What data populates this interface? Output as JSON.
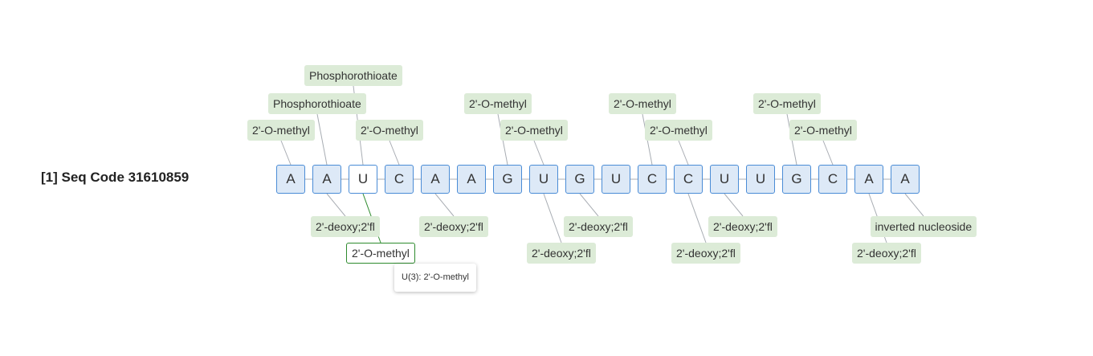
{
  "sequence": {
    "title": "[1] Seq Code 31610859",
    "bases": [
      "A",
      "A",
      "U",
      "C",
      "A",
      "A",
      "G",
      "U",
      "G",
      "U",
      "C",
      "C",
      "U",
      "U",
      "G",
      "C",
      "A",
      "A"
    ],
    "selected_index": 2
  },
  "annotations": [
    {
      "text": "2'-O-methyl",
      "base": 0,
      "side": "above",
      "row": 1
    },
    {
      "text": "Phosphorothioate",
      "base": 1,
      "side": "above",
      "row": 2
    },
    {
      "text": "Phosphorothioate",
      "base": 2,
      "side": "above",
      "row": 3
    },
    {
      "text": "2'-O-methyl",
      "base": 3,
      "side": "above",
      "row": 1
    },
    {
      "text": "2'-O-methyl",
      "base": 6,
      "side": "above",
      "row": 2
    },
    {
      "text": "2'-O-methyl",
      "base": 7,
      "side": "above",
      "row": 1
    },
    {
      "text": "2'-O-methyl",
      "base": 10,
      "side": "above",
      "row": 2
    },
    {
      "text": "2'-O-methyl",
      "base": 11,
      "side": "above",
      "row": 1
    },
    {
      "text": "2'-O-methyl",
      "base": 14,
      "side": "above",
      "row": 2
    },
    {
      "text": "2'-O-methyl",
      "base": 15,
      "side": "above",
      "row": 1
    },
    {
      "text": "2'-deoxy;2'fl",
      "base": 1,
      "side": "below",
      "row": 1
    },
    {
      "text": "2'-O-methyl",
      "base": 2,
      "side": "below",
      "row": 2,
      "selected": true
    },
    {
      "text": "2'-deoxy;2'fl",
      "base": 4,
      "side": "below",
      "row": 1
    },
    {
      "text": "2'-deoxy;2'fl",
      "base": 8,
      "side": "below",
      "row": 1
    },
    {
      "text": "2'-deoxy;2'fl",
      "base": 7,
      "side": "below",
      "row": 2
    },
    {
      "text": "2'-deoxy;2'fl",
      "base": 12,
      "side": "below",
      "row": 1
    },
    {
      "text": "2'-deoxy;2'fl",
      "base": 11,
      "side": "below",
      "row": 2
    },
    {
      "text": "inverted nucleoside",
      "base": 17,
      "side": "below",
      "row": 1
    },
    {
      "text": "2'-deoxy;2'fl",
      "base": 16,
      "side": "below",
      "row": 2
    }
  ],
  "tooltip": {
    "text": "U(3): 2'-O-methyl"
  },
  "colors": {
    "base_fill": "#dde9f7",
    "base_border": "#4a8cd6",
    "annotation_fill": "#dcebd7",
    "selected_border": "#2e8b2e",
    "connector": "#a8adb3",
    "selected_connector": "#2e8b2e"
  }
}
